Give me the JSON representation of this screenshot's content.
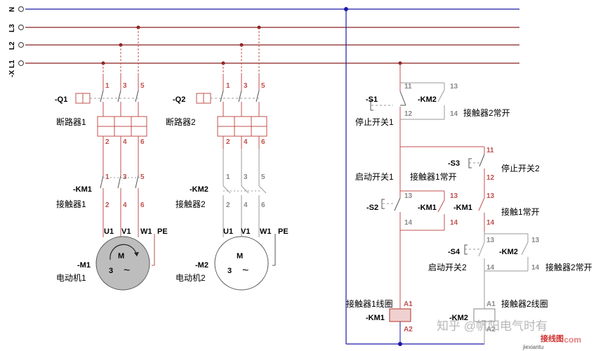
{
  "colors": {
    "bus_n": "#1a1aa8",
    "bus_phase": "#8b2020",
    "wire_red": "#c0504d",
    "wire_gray": "#999999",
    "motor_fill": "#bdbdbd",
    "coil_fill": "#f0d0d0"
  },
  "bus": {
    "n": "N",
    "l3": "L3",
    "l2": "L2",
    "l1": "L1",
    "x": "-X"
  },
  "left": {
    "q1": {
      "tag": "-Q1",
      "name": "断路器1",
      "top": [
        "1",
        "3",
        "5"
      ],
      "bottom": [
        "2",
        "4",
        "6"
      ]
    },
    "q2": {
      "tag": "-Q2",
      "name": "断路器2",
      "top": [
        "1",
        "3",
        "5"
      ],
      "bottom": [
        "2",
        "4",
        "6"
      ]
    },
    "km1": {
      "tag": "-KM1",
      "name": "接触器1",
      "top": [
        "1",
        "3",
        "5"
      ],
      "bottom": [
        "2",
        "4",
        "6"
      ]
    },
    "km2": {
      "tag": "-KM2",
      "name": "接触器2",
      "top": [
        "1",
        "3",
        "5"
      ],
      "bottom": [
        "2",
        "4",
        "6"
      ]
    },
    "terminals": {
      "u1": "U1",
      "v1": "V1",
      "w1": "W1",
      "pe": "PE"
    },
    "m1": {
      "tag": "-M1",
      "name": "电动机1",
      "m": "M",
      "phase": "3",
      "wave": "~"
    },
    "m2": {
      "tag": "-M2",
      "name": "电动机2",
      "m": "M",
      "phase": "3",
      "wave": "~"
    }
  },
  "right": {
    "s1": {
      "tag": "-S1",
      "name": "停止开关1",
      "n_top": "11",
      "n_bottom": "12"
    },
    "km2_aux_top": {
      "tag": "-KM2",
      "name": "接触器2常开",
      "n_top": "13",
      "n_bottom": "14"
    },
    "s2": {
      "tag": "-S2",
      "name": "启动开关1",
      "n_top": "13",
      "n_bottom": "14"
    },
    "km1_aux": {
      "tag": "-KM1",
      "name": "接触器1常开",
      "n_top": "13",
      "n_bottom": "14"
    },
    "s3": {
      "tag": "-S3",
      "name": "停止开关2",
      "n_top": "11",
      "n_bottom": "12"
    },
    "km1_aux2": {
      "tag": "-KM1",
      "name": "接触1常开",
      "n_top": "13",
      "n_bottom": "14"
    },
    "s4": {
      "tag": "-S4",
      "name": "启动开关2",
      "n_top": "13",
      "n_bottom": "14"
    },
    "km2_aux2": {
      "tag": "-KM2",
      "name": "接触器2常开",
      "n_top": "13",
      "n_bottom": "14"
    },
    "coil1": {
      "tag": "-KM1",
      "name": "接触器1线圈",
      "a1": "A1",
      "a2": "A2"
    },
    "coil2": {
      "tag": "-KM2",
      "name": "接触器2线圈",
      "a1": "A1",
      "a2": "A2"
    }
  },
  "watermark": {
    "zhihu": "知乎 @帆阳电气时有",
    "site_cn": "接线图",
    "site_en": "jiexiantu",
    "site_com": ".com"
  }
}
